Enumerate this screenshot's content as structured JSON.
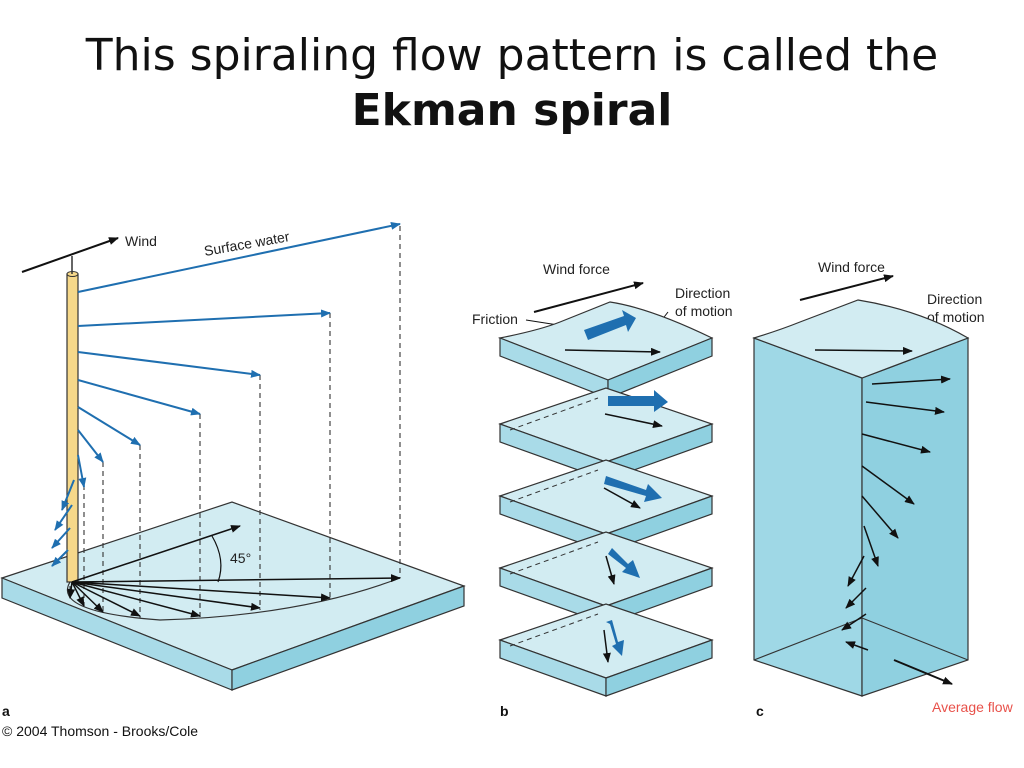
{
  "slide": {
    "title_line1": "This spiraling flow pattern is called the",
    "title_line2": "Ekman spiral"
  },
  "figure": {
    "panel_a": {
      "letter": "a",
      "wind_label": "Wind",
      "surface_water_label": "Surface water",
      "angle_label": "45°"
    },
    "panel_b": {
      "letter": "b",
      "wind_force_label": "Wind force",
      "friction_label": "Friction",
      "direction_label_line1": "Direction",
      "direction_label_line2": "of motion"
    },
    "panel_c": {
      "letter": "c",
      "wind_force_label": "Wind force",
      "direction_label_line1": "Direction",
      "direction_label_line2": "of motion",
      "average_flow_label": "Average flow"
    },
    "credit": "© 2004 Thomson - Brooks/Cole"
  },
  "colors": {
    "water_light": "#cfeaf1",
    "water_side": "#8fd0e0",
    "arrow_blue": "#1f6fb0",
    "pole": "#f6d88a",
    "average_flow": "#e8514a"
  }
}
